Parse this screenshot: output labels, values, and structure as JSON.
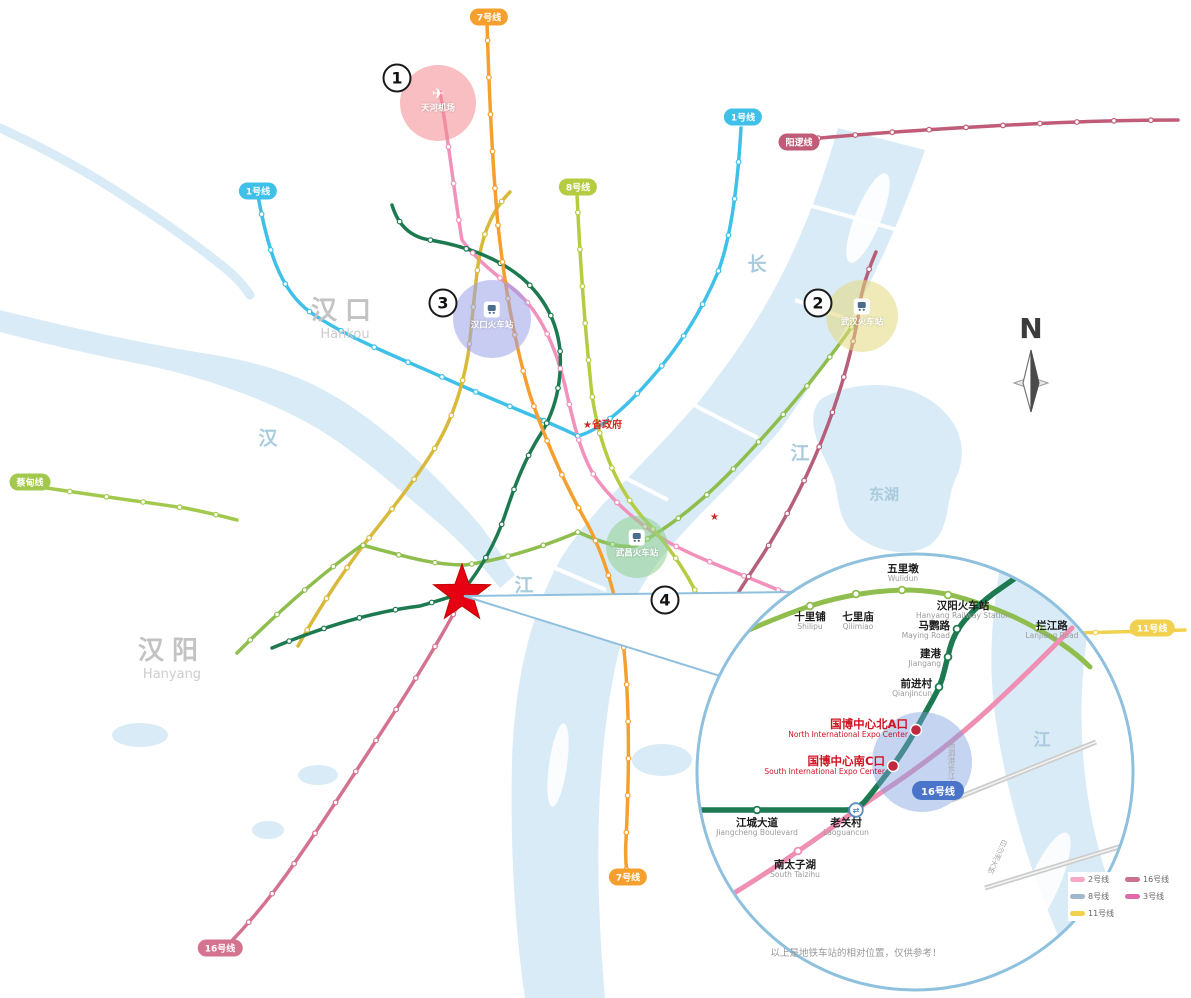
{
  "map": {
    "districts": {
      "hankou": {
        "zh": "汉口",
        "en": "Hankou"
      },
      "hanyang": {
        "zh": "汉阳",
        "en": "Hanyang"
      }
    },
    "water": {
      "river_color": "#d9ebf6",
      "changjiang_upper": "长",
      "changjiang_lower": "江",
      "changjiang_south": "江",
      "hanjiang": "汉",
      "donghu": "东湖"
    },
    "compass_label": "N",
    "poi": {
      "provincial_government": "省政府",
      "poi_star": "★"
    },
    "markers": [
      {
        "num": "1",
        "station": "天河机场",
        "color": "#f2888e"
      },
      {
        "num": "2",
        "station": "武汉火车站",
        "color": "#e3d87e"
      },
      {
        "num": "3",
        "station": "汉口火车站",
        "color": "#9aa0e8"
      },
      {
        "num": "4",
        "station": "武昌火车站",
        "color": "#90cf8e"
      }
    ],
    "line_pills": [
      {
        "text": "7号线",
        "color": "#f5a02e"
      },
      {
        "text": "1号线",
        "color": "#3fc0e8"
      },
      {
        "text": "阳逻线",
        "color": "#c05c77"
      },
      {
        "text": "1号线",
        "color": "#3fc0e8"
      },
      {
        "text": "8号线",
        "color": "#b5cc41"
      },
      {
        "text": "蔡甸线",
        "color": "#a2c94d"
      },
      {
        "text": "7号线",
        "color": "#f5a02e"
      },
      {
        "text": "16号线",
        "color": "#d4738f"
      },
      {
        "text": "11号线",
        "color": "#f2d14e"
      }
    ],
    "line_colors": {
      "line1": "#3fc0e8",
      "line2": "#f291bc",
      "line3": "#d9b93c",
      "line4": "#8fbe4e",
      "line5": "#b65f79",
      "line6": "#1d7a50",
      "line7": "#f5a02e",
      "line8": "#b5cc41",
      "line11": "#f2d14e",
      "line16": "#d4738f",
      "yangluo": "#c05c77",
      "caidian": "#a2c94d"
    },
    "star_color": "#e60012"
  },
  "inset": {
    "border_color": "#8fc0dd",
    "badge_line16": "16号线",
    "badge_color": "#4a74c9",
    "highlight_color": "#7d9fe0",
    "expo_dot_color": "#c1273d",
    "river_char": "江",
    "line_colors": {
      "line4": "#8fbe4e",
      "line6": "#1d7a50",
      "line16": "#ef8fb4"
    },
    "stations": {
      "wulidun": {
        "zh": "五里墩",
        "en": "Wulidun"
      },
      "shilipu": {
        "zh": "十里铺",
        "en": "Shilipu"
      },
      "qilimiao": {
        "zh": "七里庙",
        "en": "Qilimiao"
      },
      "hanyang_railway": {
        "zh": "汉阳火车站",
        "en": "Hanyang Railway Station"
      },
      "lanjiang": {
        "zh": "拦江路",
        "en": "Lanjiang Road"
      },
      "maying": {
        "zh": "马鹦路",
        "en": "Maying Road"
      },
      "jiangang": {
        "zh": "建港",
        "en": "Jiangang"
      },
      "qianjincun": {
        "zh": "前进村",
        "en": "Qianjincun"
      },
      "expo_north": {
        "zh": "国博中心北A口",
        "en": "North International Expo Center"
      },
      "expo_south": {
        "zh": "国博中心南C口",
        "en": "South International Expo Center"
      },
      "laoguancun": {
        "zh": "老关村",
        "en": "Laoguancun"
      },
      "jiangcheng": {
        "zh": "江城大道",
        "en": "Jiangcheng Boulevard"
      },
      "taizihu": {
        "zh": "南太子湖",
        "en": "South Taizihu"
      }
    },
    "bridges": {
      "yangsigang": "杨泗港长江大桥",
      "baishazhou": "白沙洲大桥"
    },
    "legend": [
      {
        "label": "2号线",
        "color": "#f6a8c6"
      },
      {
        "label": "16号线",
        "color": "#c9728e"
      },
      {
        "label": "8号线",
        "color": "#9fb9cb"
      },
      {
        "label": "3号线",
        "color": "#e06aa8"
      },
      {
        "label": "11号线",
        "color": "#f2d14e"
      }
    ],
    "note": "以上是地铁车站的相对位置，仅供参考！"
  }
}
